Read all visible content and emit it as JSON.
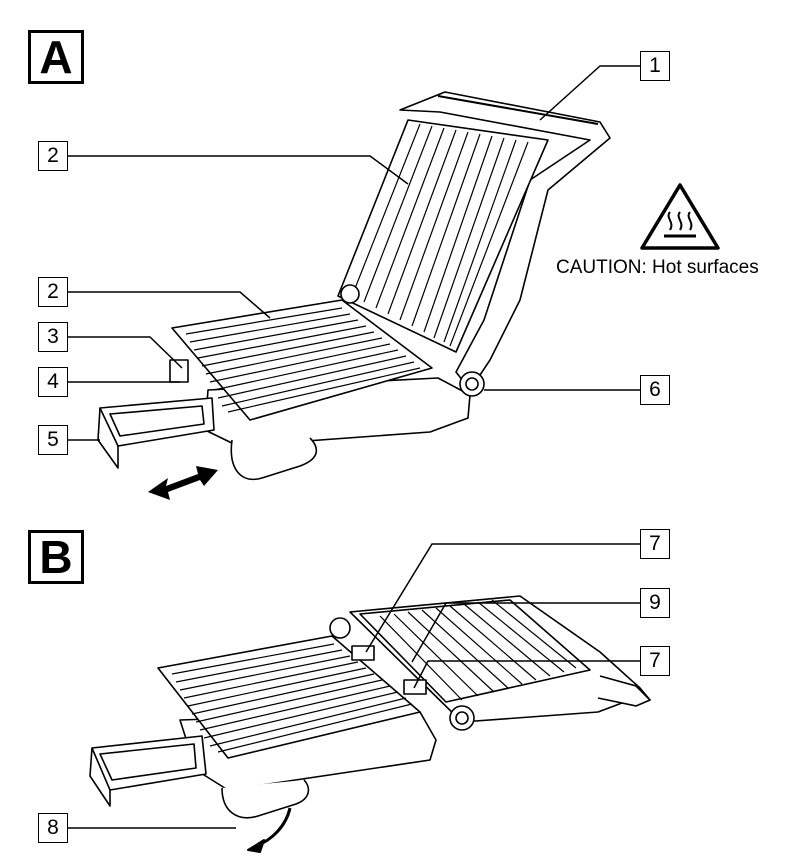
{
  "panels": {
    "a": "A",
    "b": "B"
  },
  "callouts": {
    "c1": "1",
    "c2a": "2",
    "c2b": "2",
    "c3": "3",
    "c4": "4",
    "c5": "5",
    "c6": "6",
    "c7a": "7",
    "c9": "9",
    "c7b": "7",
    "c8": "8"
  },
  "caution": {
    "text": "CAUTION: Hot surfaces",
    "icon": "hot-surface-warning-icon"
  }
}
